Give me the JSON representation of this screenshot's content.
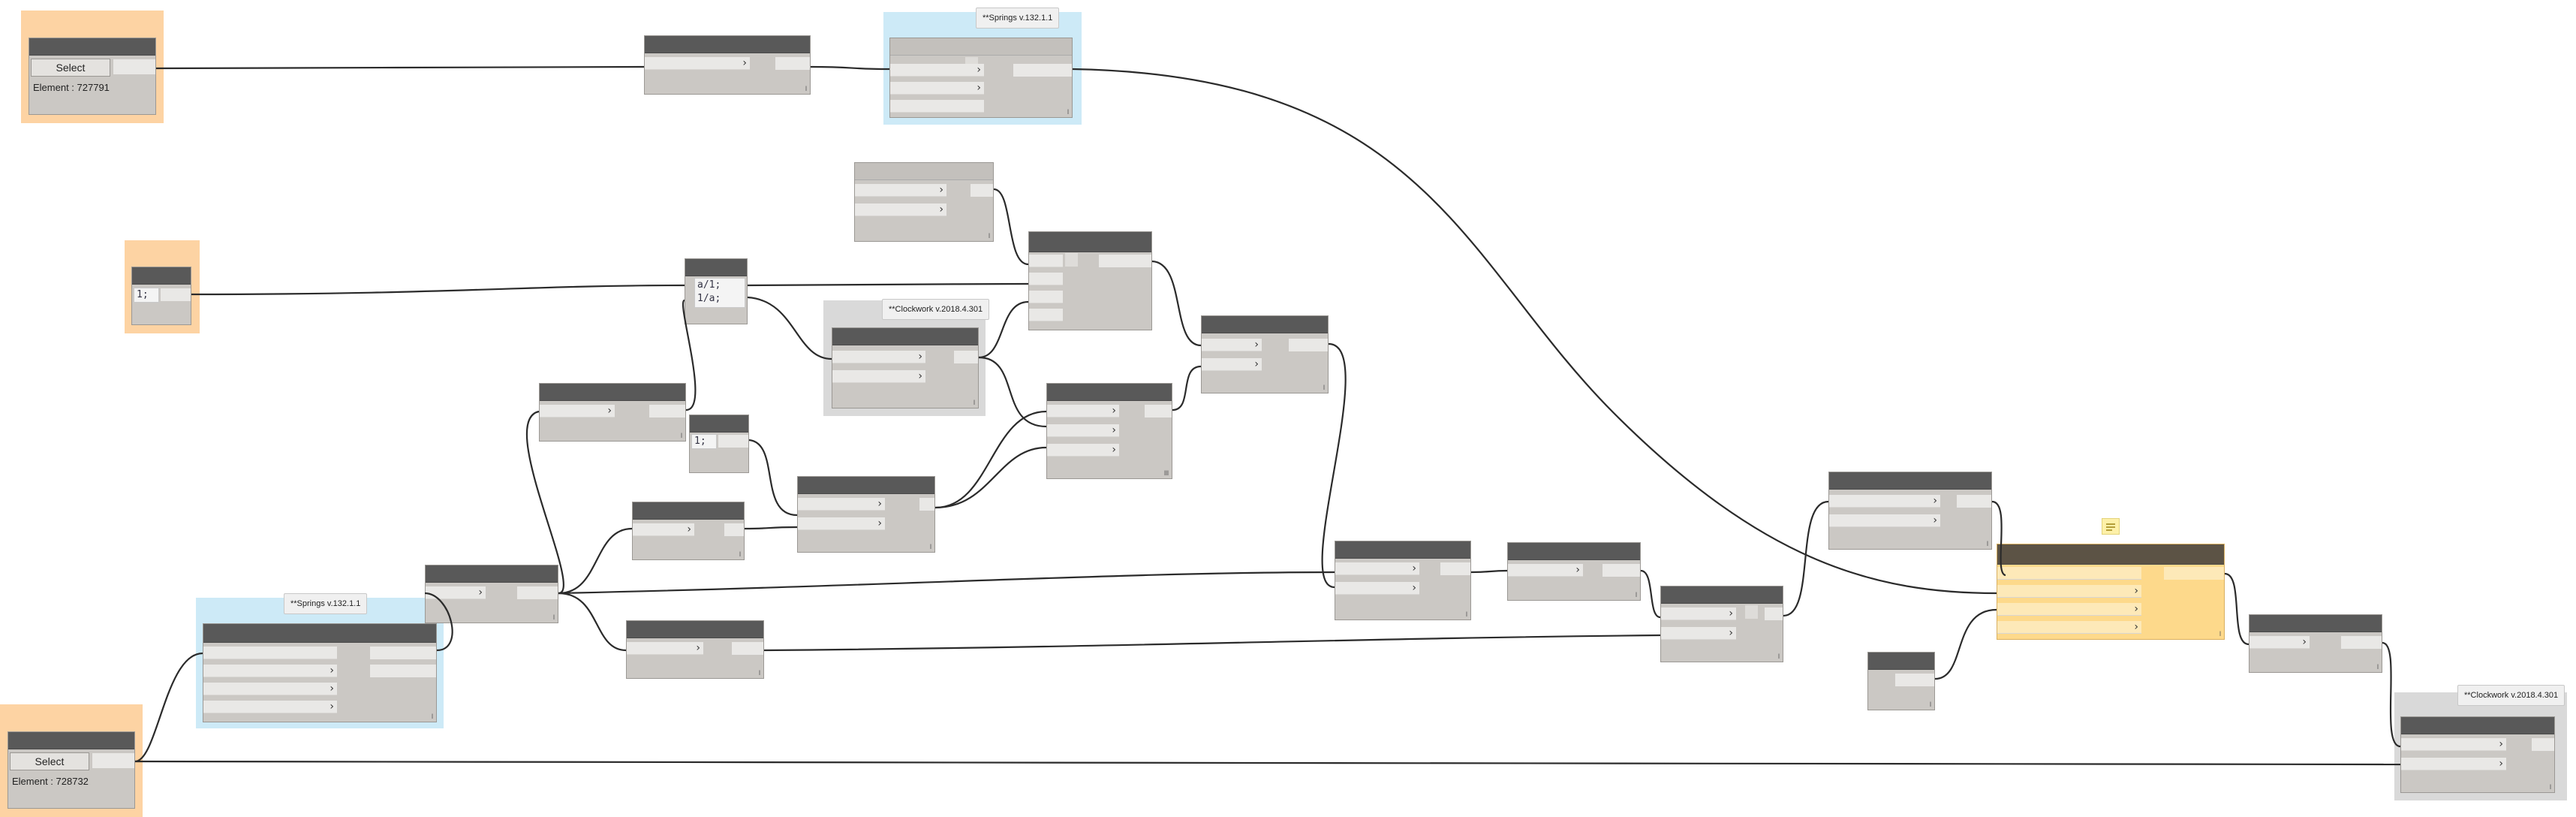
{
  "select_labels": {
    "button": "Select",
    "top_element": "Element : 727791",
    "bottom_element": "Element : 728732"
  },
  "code_blocks": {
    "input_a": "1;",
    "input_b": "1;",
    "expr_line1": "a/1;",
    "expr_line2": "1/a;"
  },
  "packages": {
    "springs_top": "**Springs v.132.1.1",
    "clockwork_mid": "**Clockwork v.2018.4.301",
    "springs_bottom": "**Springs v.132.1.1",
    "clockwork_right": "**Clockwork v.2018.4.301"
  },
  "lacing": {
    "default": "l",
    "cross": "lll"
  },
  "colors": {
    "header": "#595959",
    "node_body": "#cbc8c4",
    "selected_node": "#fdd98b",
    "group_orange": "#fdd3a3",
    "group_blue": "#cdeaf7",
    "group_gray": "#d9d9d9",
    "wire": "#2b2b2b"
  }
}
